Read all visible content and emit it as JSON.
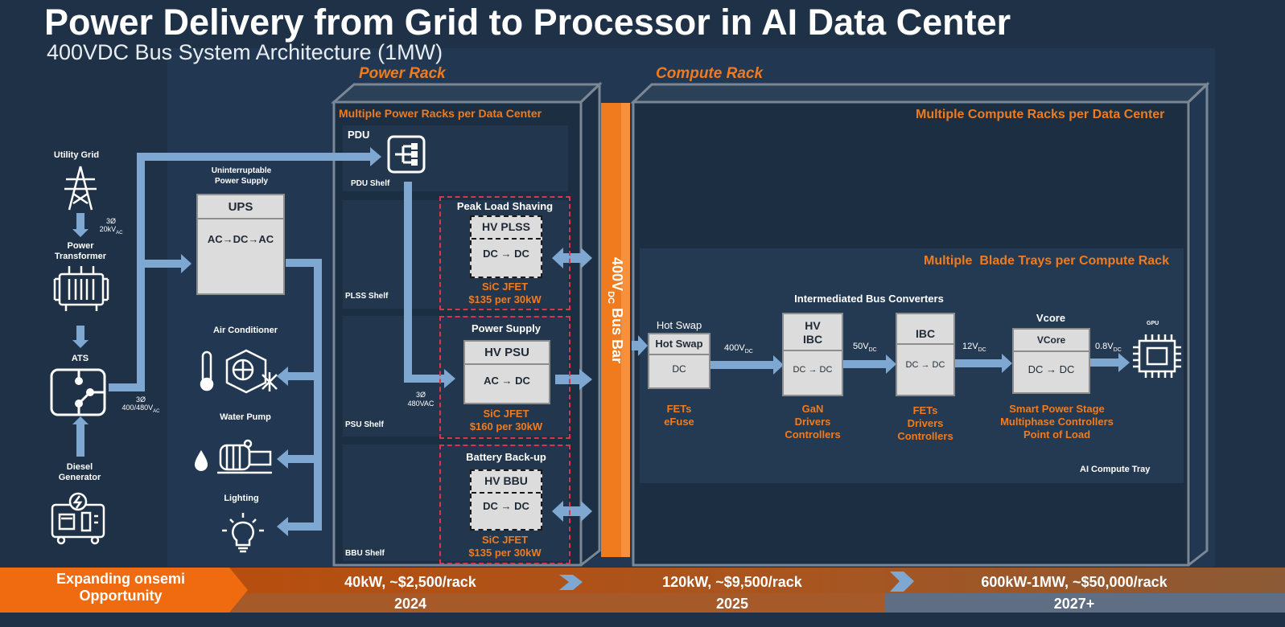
{
  "header": {
    "title": "Power Delivery from Grid to Processor in AI Data Center",
    "subtitle": "400VDC Bus System Architecture (1MW)"
  },
  "sections": {
    "power_rack": "Power Rack",
    "compute_rack": "Compute Rack",
    "power_rack_header": "Multiple Power Racks per Data Center",
    "compute_rack_header": "Multiple Compute Racks per Data Center",
    "blade_header": "Multiple  Blade Trays per Compute Rack"
  },
  "grid": {
    "utility_grid": "Utility Grid",
    "phase1": "3Ø",
    "volt1": "20kV",
    "volt1_sub": "AC",
    "power_transformer": "Power Transformer",
    "ats": "ATS",
    "diesel_generator": "Diesel Generator",
    "phase2": "3Ø",
    "volt2": "400/480V",
    "volt2_sub": "AC"
  },
  "ups": {
    "caption": "Uninterruptable Power Supply",
    "title": "UPS",
    "conversion": "AC→DC→AC"
  },
  "loads": {
    "air_conditioner": "Air Conditioner",
    "water_pump": "Water Pump",
    "lighting": "Lighting"
  },
  "power_rack": {
    "pdu": "PDU",
    "pdu_shelf": "PDU Shelf",
    "plss_shelf": "PLSS Shelf",
    "psu_shelf": "PSU Shelf",
    "bbu_shelf": "BBU Shelf",
    "feed_phase": "3Ø",
    "feed_volt": "480VAC",
    "plss": {
      "heading": "Peak Load Shaving",
      "title": "HV PLSS",
      "conv": "DC → DC",
      "tech": "SiC JFET",
      "price": "$135 per 30kW"
    },
    "psu": {
      "heading": "Power Supply",
      "title": "HV PSU",
      "conv": "AC → DC",
      "tech": "SiC JFET",
      "price": "$160 per 30kW"
    },
    "bbu": {
      "heading": "Battery Back-up",
      "title": "HV BBU",
      "conv": "DC → DC",
      "tech": "SiC JFET",
      "price": "$135 per 30kW"
    }
  },
  "bus_bar": {
    "v": "400V",
    "sub": "DC",
    "label": " Bus Bar"
  },
  "compute": {
    "hotswap_heading": "Hot Swap",
    "hotswap_title": "Hot Swap",
    "hotswap_sub": "DC",
    "hotswap_ann": [
      "FETs",
      "eFuse"
    ],
    "ibc_heading": "Intermediated Bus Converters",
    "hvibc_title": "HV IBC",
    "hvibc_conv": "DC → DC",
    "hvibc_ann": [
      "GaN",
      "Drivers",
      "Controllers"
    ],
    "ibc_title": "IBC",
    "ibc_conv": "DC → DC",
    "ibc_ann": [
      "FETs",
      "Drivers",
      "Controllers"
    ],
    "vcore_heading": "Vcore",
    "vcore_title": "VCore",
    "vcore_conv": "DC → DC",
    "vcore_ann": [
      "Smart Power Stage",
      "Multiphase Controllers",
      "Point of Load"
    ],
    "v1": "400V",
    "v1_sub": "DC",
    "v2": "50V",
    "v2_sub": "DC",
    "v3": "12V",
    "v3_sub": "DC",
    "v4": "0.8V",
    "v4_sub": "DC",
    "gpu": "GPU",
    "tray": "AI Compute Tray"
  },
  "footer": {
    "opportunity": "Expanding onsemi Opportunity",
    "stages": [
      {
        "power": "40kW, ~$2,500/rack",
        "year": "2024"
      },
      {
        "power": "120kW, ~$9,500/rack",
        "year": "2025"
      },
      {
        "power": "600kW-1MW, ~$50,000/rack",
        "year": "2027+"
      }
    ]
  },
  "colors": {
    "accent": "#f07b1e",
    "background": "#1e3147",
    "arrow": "#7ea8d2",
    "dashed": "#d9364c"
  }
}
